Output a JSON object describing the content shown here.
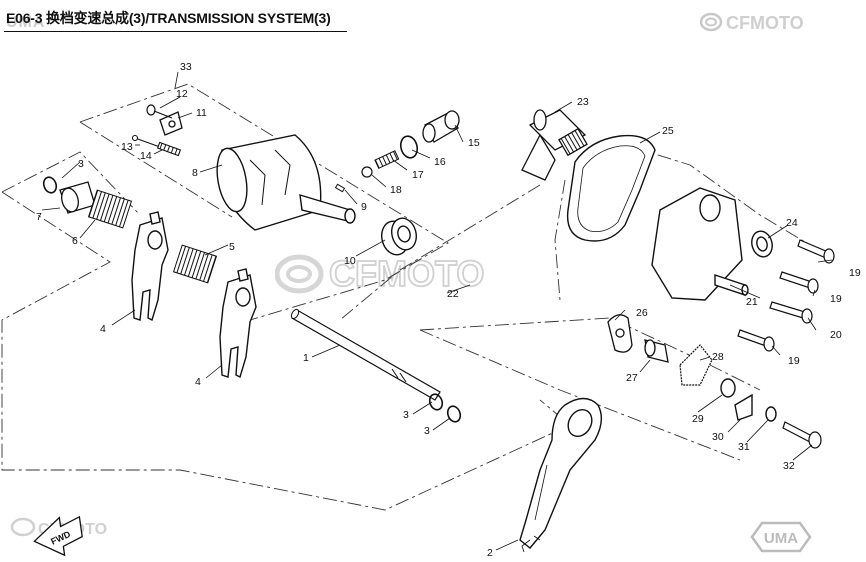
{
  "title": "E06-3 换档变速总成(3)/TRANSMISSION SYSTEM(3)",
  "brand_logo_text": "CFMOTO",
  "watermark_text": "UMA",
  "fwd_label": "FWD",
  "colors": {
    "line": "#222222",
    "watermark": "#cccccc",
    "dash": "#333333"
  },
  "callouts": [
    "1",
    "2",
    "3",
    "3",
    "3",
    "4",
    "4",
    "5",
    "6",
    "7",
    "8",
    "9",
    "10",
    "11",
    "12",
    "13",
    "14",
    "15",
    "16",
    "17",
    "18",
    "19",
    "19",
    "19",
    "19",
    "20",
    "21",
    "22",
    "23",
    "24",
    "25",
    "26",
    "27",
    "28",
    "29",
    "30",
    "31",
    "32",
    "33"
  ]
}
